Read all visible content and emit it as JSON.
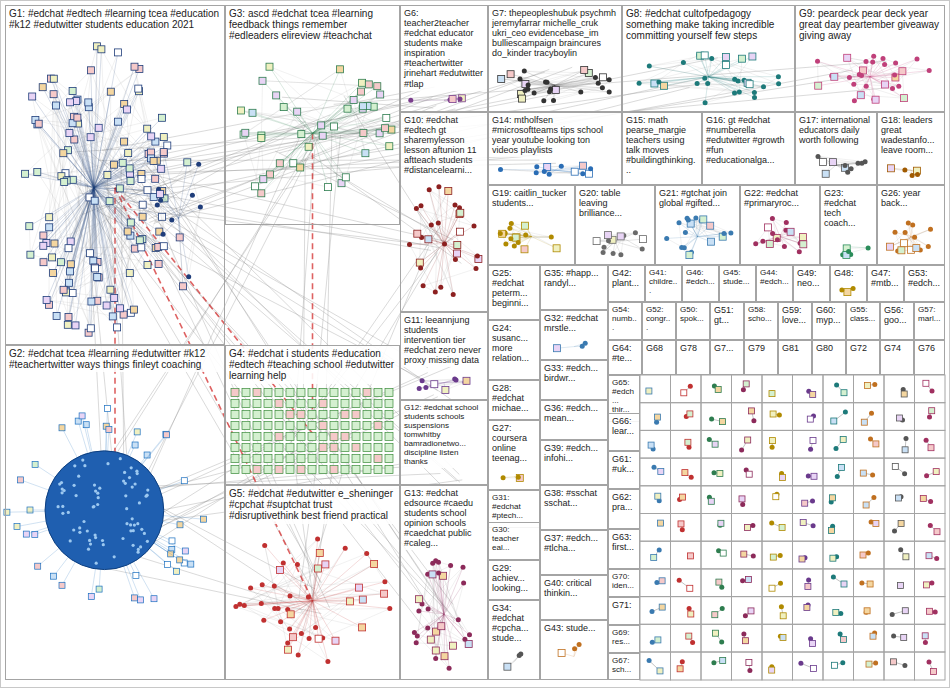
{
  "diagram": {
    "nodes": [
      {
        "text": [
          "G1: #edchat #edtech #learning tcea #education #k12 #edutwitter students education 2021"
        ]
      },
      {
        "text": [
          "G3: ascd #edchat tcea #learning feedback things remember #edleaders elireview #teachchat"
        ]
      },
      {
        "text": [
          "G6: teacher2teacher #edchat educator students make inspiration #teachertwitter jrinehart #edutwitter #tlap"
        ]
      },
      {
        "text": [
          "G7: thepeopleshubuk psychmh jeremyfarrar michelle_cruk ukri_ceo evidencebase_im bulliescampaign braincures do_kinder tracyboylin"
        ]
      },
      {
        "text": [
          "G8: #edchat cultofpedagogy something make taking incredible committing yourself few steps"
        ]
      },
      {
        "text": [
          "G9: peardeck pear deck year great day peartember giveaway giving away"
        ]
      },
      {
        "text": [
          "G10: #edchat #edtech gt sharemylesson lesson aftunion 11 aftteach students #distancelearni..."
        ]
      },
      {
        "text": [
          "G14: mtholfsen #microsoftteams tips school year youtube looking ton videos playlists"
        ]
      },
      {
        "text": [
          "G15: math pearse_margie teachers using talk moves #buildingthinking..."
        ]
      },
      {
        "text": [
          "G16: gt #edchat #numberella #edutwitter #growth #fun #educationalga..."
        ]
      },
      {
        "text": [
          "G17: international educators daily worth following"
        ]
      },
      {
        "text": [
          "G18: leaders great wadestanfo... leave room..."
        ]
      },
      {
        "text": [
          "G19: caitlin_tucker students..."
        ]
      },
      {
        "text": [
          "G20: table leaving brilliance..."
        ]
      },
      {
        "text": [
          "G21: #gtchat join global #gifted..."
        ]
      },
      {
        "text": [
          "G22: #edchat #primaryroc..."
        ]
      },
      {
        "text": [
          "G23: #edchat tech coach..."
        ]
      },
      {
        "text": [
          "G26: year back..."
        ]
      },
      {
        "text": [
          "G2: #edchat tcea #learning #edutwitter #k12 #teachertwitter ways things finleyt coaching"
        ]
      },
      {
        "text": [
          "G4: #edchat i students #education #edtech #teaching school #edutwitter learning help"
        ]
      },
      {
        "text": [
          "G5: #edchat #edutwitter e_sheninger #cpchat #suptchat trust #disruptivethink best friend practical"
        ]
      },
      {
        "text": [
          "G11: leeannjung students intervention tier #edchat zero never proxy missing data"
        ]
      },
      {
        "text": [
          "G12: #edchat school students schools suspensions tomwhitby bamradionetwo... discipline listen thanks"
        ]
      },
      {
        "text": [
          "G13: #edchat edsource #caedu students school opinion schools #caedchat public #caleg..."
        ]
      },
      {
        "text": [
          "G25: #edchat peterm... beginni..."
        ]
      },
      {
        "text": [
          "G24: susanc... more relation..."
        ]
      },
      {
        "text": [
          "G28: #edchat michae..."
        ]
      },
      {
        "text": [
          "G27: coursera online teenag..."
        ]
      },
      {
        "text": [
          "G31: #edchat #ptech..."
        ]
      },
      {
        "text": [
          "G30: teacher eal..."
        ]
      },
      {
        "text": [
          "G29: achiev... looking..."
        ]
      },
      {
        "text": [
          "G34: #edchat #cpcha... stude..."
        ]
      },
      {
        "text": [
          "G35: #happ... randyl..."
        ]
      },
      {
        "text": [
          "G32: #edchat mrstle..."
        ]
      },
      {
        "text": [
          "G33: #edch... birdwr..."
        ]
      },
      {
        "text": [
          "G36: #edch... mean..."
        ]
      },
      {
        "text": [
          "G39: #edch... infohi..."
        ]
      },
      {
        "text": [
          "G38: #sschat sschat..."
        ]
      },
      {
        "text": [
          "G37: #edch... #tlcha..."
        ]
      },
      {
        "text": [
          "G40: critical thinkin..."
        ]
      },
      {
        "text": [
          "G43: stude..."
        ]
      },
      {
        "text": [
          "G42: plant..."
        ]
      },
      {
        "text": [
          "G41: childre..."
        ]
      },
      {
        "text": [
          "G46: #edch..."
        ]
      },
      {
        "text": [
          "G45: stude..."
        ]
      },
      {
        "text": [
          "G44: #edch..."
        ]
      },
      {
        "text": [
          "G49: neo..."
        ]
      },
      {
        "text": [
          "G48:"
        ]
      },
      {
        "text": [
          "G47: #mtb..."
        ]
      },
      {
        "text": [
          "G53: #edch..."
        ]
      },
      {
        "text": [
          "G54: numb..."
        ]
      },
      {
        "text": [
          "G52: congr..."
        ]
      },
      {
        "text": [
          "G50: spok..."
        ]
      },
      {
        "text": [
          "G51: gt..."
        ]
      },
      {
        "text": [
          "G58: scho..."
        ]
      },
      {
        "text": [
          "G59: love..."
        ]
      },
      {
        "text": [
          "G60: myp..."
        ]
      },
      {
        "text": [
          "G55: class..."
        ]
      },
      {
        "text": [
          "G56: goo..."
        ]
      },
      {
        "text": [
          "G57: marl..."
        ]
      },
      {
        "text": [
          "G64: #te..."
        ]
      },
      {
        "text": [
          "G68"
        ]
      },
      {
        "text": [
          "G78"
        ]
      },
      {
        "text": [
          "G7..."
        ]
      },
      {
        "text": [
          "G79"
        ]
      },
      {
        "text": [
          "G81"
        ]
      },
      {
        "text": [
          "G80"
        ]
      },
      {
        "text": [
          "G72"
        ]
      },
      {
        "text": [
          "G74"
        ]
      },
      {
        "text": [
          "G76"
        ]
      },
      {
        "text": [
          "G65: #edch... thir..."
        ]
      },
      {
        "text": [
          "G66: lear..."
        ]
      },
      {
        "text": [
          "G61: #uk..."
        ]
      },
      {
        "text": [
          "G62: pra..."
        ]
      },
      {
        "text": [
          "G63: first..."
        ]
      },
      {
        "text": [
          "G70: iden..."
        ]
      },
      {
        "text": [
          "G71:"
        ]
      },
      {
        "text": [
          "G69: res..."
        ]
      },
      {
        "text": [
          "G67: sch..."
        ]
      }
    ]
  }
}
